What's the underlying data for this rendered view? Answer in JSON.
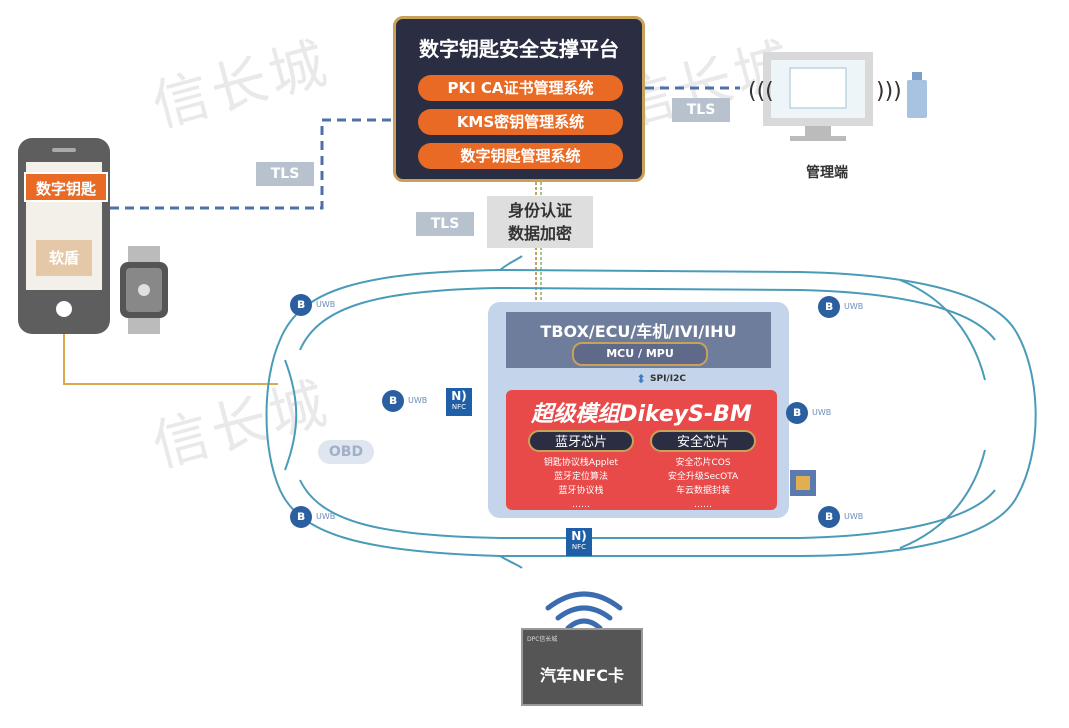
{
  "watermark": "信长城",
  "platform": {
    "title": "数字钥匙安全支撑平台",
    "systems": [
      "PKI CA证书管理系统",
      "KMS密钥管理系统",
      "数字钥匙管理系统"
    ]
  },
  "tls_label": "TLS",
  "auth": {
    "line1": "身份认证",
    "line2": "数据加密"
  },
  "phone": {
    "key": "数字钥匙",
    "shield": "软盾"
  },
  "management": {
    "label": "管理端"
  },
  "module": {
    "tbox": "TBOX/ECU/车机/IVI/IHU",
    "mcu": "MCU / MPU",
    "bus": "SPI/I2C",
    "title": "超级模组DikeyS-BM",
    "chip_left": "蓝牙芯片",
    "chip_right": "安全芯片",
    "features_left": [
      "钥匙协议栈Applet",
      "蓝牙定位算法",
      "蓝牙协议栈",
      "……"
    ],
    "features_right": [
      "安全芯片COS",
      "安全升级SecOTA",
      "车云数据封装",
      "……"
    ]
  },
  "obd": "OBD",
  "nfc": "NFC",
  "uwb": "UWB",
  "card": {
    "brand": "DPC信长城",
    "title": "汽车NFC卡"
  },
  "colors": {
    "orange": "#e86a25",
    "navy": "#2b2d42",
    "gold": "#c8a15a",
    "red": "#e84a4a",
    "car_line": "#4a9bb8"
  }
}
